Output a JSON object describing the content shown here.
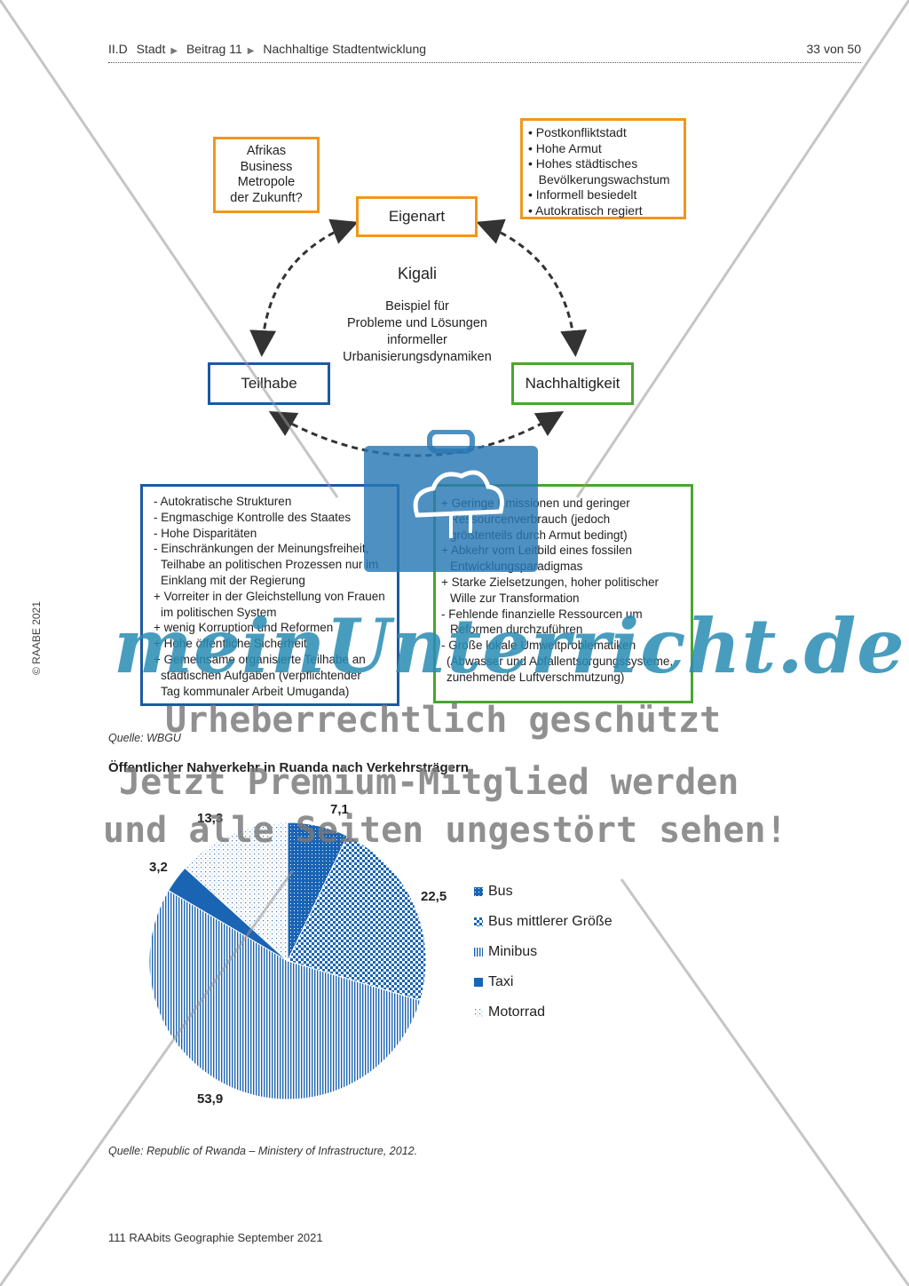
{
  "header": {
    "crumbs": [
      "II.D",
      "Stadt",
      "Beitrag 11",
      "Nachhaltige Stadtentwicklung"
    ],
    "page": "33 von 50"
  },
  "side_copyright": "© RAABE 2021",
  "diagram": {
    "top_left_box": [
      "Afrikas",
      "Business",
      "Metropole",
      "der Zukunft?"
    ],
    "top_right_box": [
      "Postkonfliktstadt",
      "Hohe Armut",
      "Hohes städtisches",
      "Bevölkerungswachstum",
      "Informell besiedelt",
      "Autokratisch regiert"
    ],
    "eigenart": "Eigenart",
    "teilhabe": "Teilhabe",
    "nachhaltigkeit": "Nachhaltigkeit",
    "center_title": "Kigali",
    "center_text": [
      "Beispiel für",
      "Probleme und Lösungen",
      "informeller",
      "Urbanisierungsdynamiken"
    ],
    "left_list": [
      "- Autokratische Strukturen",
      "- Engmaschige Kontrolle des Staates",
      "- Hohe Disparitäten",
      "- Einschränkungen der Meinungsfreiheit,",
      "  Teilhabe an politischen Prozessen nur im",
      "  Einklang mit der Regierung",
      "+ Vorreiter in der Gleichstellung von Frauen",
      "  im politischen System",
      "+ wenig Korruption und Reformen",
      "+ Hohe öffentliche Sicherheit",
      "+ Gemeinsame organisierte Teilhabe an",
      "  städtischen Aufgaben (verpflichtender",
      "  Tag kommunaler Arbeit Umuganda)"
    ],
    "right_list": [
      "+ Geringe Emissionen und geringer",
      "  Ressourcenverbrauch (jedoch",
      "  größtenteils durch Armut bedingt)",
      "+ Abkehr vom Leitbild eines fossilen",
      "  Entwicklungsparadigmas",
      "+ Starke Zielsetzungen, hoher politischer",
      "  Wille zur Transformation",
      "- Fehlende finanzielle Ressourcen um",
      "  Reformen durchzuführen",
      "- Große lokale Umweltproblematiken",
      "  (Abwasser und Abfallentsorgungssysteme,",
      "  zunehmende Luftverschmutzung)"
    ],
    "source": "Quelle: WBGU"
  },
  "chart_title": "Öffentlicher Nahverkehr in Ruanda nach Verkehrsträgern",
  "chart_data": {
    "type": "pie",
    "categories": [
      "Bus",
      "Bus mittlerer Größe",
      "Minibus",
      "Taxi",
      "Motorrad"
    ],
    "values": [
      7.1,
      22.5,
      53.9,
      3.2,
      13.3
    ],
    "value_labels": [
      "7,1",
      "22,5",
      "53,9",
      "3,2",
      "13,3"
    ],
    "colors": [
      "#1a64b4",
      "#1a64b4",
      "#1a64b4",
      "#1a64b4",
      "#1a64b4"
    ],
    "patterns": [
      "solid-dots",
      "checker",
      "vertical-lines",
      "solid",
      "sparse-dots"
    ],
    "legend_placement": "right"
  },
  "chart_source": "Quelle: Republic of Rwanda – Ministery of Infrastructure, 2012.",
  "footer": "111 RAAbits Geographie September 2021",
  "watermark": {
    "logo": "meinUnterricht.de",
    "line1": "Urheberrechtlich geschützt",
    "line2": "Jetzt Premium-Mitglied werden",
    "line3": "und alle Seiten ungestört sehen!"
  }
}
